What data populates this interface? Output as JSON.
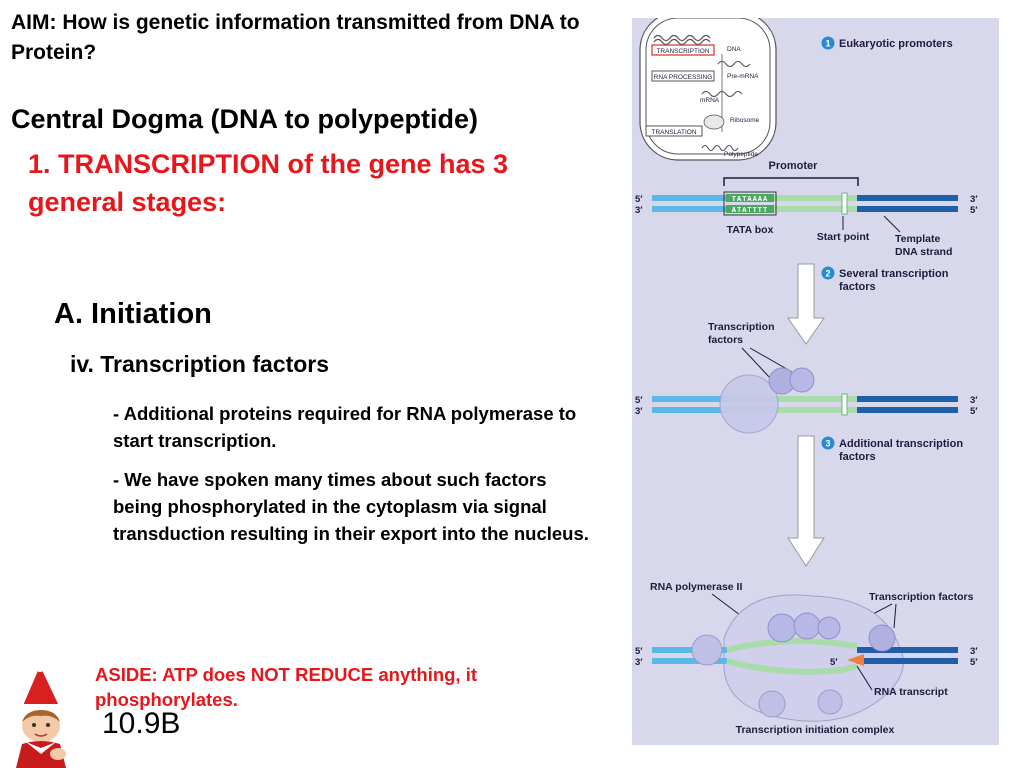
{
  "slide": {
    "aim": "AIM: How is genetic information transmitted from DNA to Protein?",
    "dogma": "Central Dogma (DNA to polypeptide)",
    "transcription": "1. TRANSCRIPTION of the gene has 3 general stages:",
    "initiation": "A. Initiation",
    "tf_heading": "iv. Transcription factors",
    "bullet_1": "- Additional proteins required for RNA polymerase to start transcription.",
    "bullet_2": "- We have spoken many times about such factors being phosphorylated in the cytoplasm via signal transduction resulting in their export into the nucleus.",
    "aside": "ASIDE: ATP does NOT REDUCE anything, it phosphorylates.",
    "code": "10.9B"
  },
  "diagram": {
    "overview": {
      "transcription": "TRANSCRIPTION",
      "dna": "DNA",
      "rna_processing": "RNA PROCESSING",
      "pre_mrna": "Pre-mRNA",
      "mrna": "mRNA",
      "ribosome": "Ribosome",
      "translation": "TRANSLATION",
      "polypeptide": "Polypeptide"
    },
    "step1": {
      "num": "1",
      "label": "Eukaryotic promoters"
    },
    "step2": {
      "num": "2",
      "label_1": "Several transcription",
      "label_2": "factors"
    },
    "step3": {
      "num": "3",
      "label_1": "Additional transcription",
      "label_2": "factors"
    },
    "promoter": "Promoter",
    "tataaaa": "TATAAAA",
    "atatttt": "ATATTTT",
    "tata_box": "TATA box",
    "start_point": "Start point",
    "template_1": "Template",
    "template_2": "DNA strand",
    "five_prime": "5′",
    "three_prime": "3′",
    "tf_label_1": "Transcription",
    "tf_label_2": "factors",
    "rna_pol": "RNA polymerase II",
    "tf_label_full": "Transcription factors",
    "rna_transcript": "RNA transcript",
    "complex": "Transcription initiation complex",
    "colors": {
      "background": "#d8d8ec",
      "dna_light": "#5cb8e8",
      "dna_dark": "#1f5fa8",
      "promoter_green": "#a9dca9",
      "tata_green": "#4aa860",
      "protein": "#b8b8e0",
      "rna": "#f08040",
      "step_badge": "#2a8ad0"
    }
  }
}
